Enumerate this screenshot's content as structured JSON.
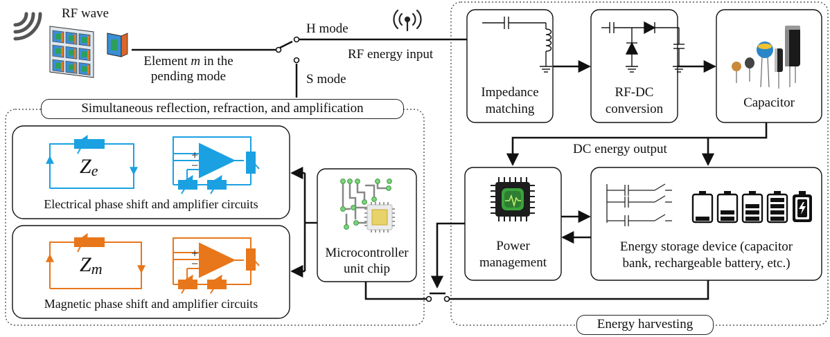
{
  "rf_wave_label": "RF wave",
  "element_label": {
    "pre": "Element ",
    "var": "m",
    "post": " in the",
    "line2": "pending mode"
  },
  "h_mode_label": "H mode",
  "s_mode_label": "S mode",
  "rf_energy_input_label": "RF energy input",
  "simultaneous_label": "Simultaneous reflection, refraction, and amplification",
  "electrical": {
    "z_symbol": "Z",
    "z_sub": "e",
    "caption": "Electrical phase shift and amplifier circuits"
  },
  "magnetic": {
    "z_symbol": "Z",
    "z_sub": "m",
    "caption": "Magnetic phase shift and amplifier circuits"
  },
  "op_amp_signs": {
    "plus": "+",
    "minus": "−"
  },
  "microcontroller_label": {
    "line1": "Microcontroller",
    "line2": "unit chip"
  },
  "impedance_label": {
    "line1": "Impedance",
    "line2": "matching"
  },
  "rfdc_label": {
    "line1": "RF-DC",
    "line2": "conversion"
  },
  "capacitor_label": "Capacitor",
  "dc_output_label": "DC energy output",
  "power_mgmt_label": {
    "line1": "Power",
    "line2": "management"
  },
  "storage_label": {
    "line1": "Energy storage device (capacitor",
    "line2": "bank, rechargeable battery, etc.)"
  },
  "energy_harvesting_label": "Energy harvesting",
  "colors": {
    "electrical": "#1BA1E2",
    "magnetic": "#E8761A",
    "line": "#111111",
    "chip_green": "#2E7D32"
  },
  "icons": [
    "rf-wave-icon",
    "metasurface-icon",
    "antenna-signal-icon",
    "chip-icon",
    "processor-icon",
    "battery-icon",
    "capacitor-component-icon"
  ]
}
